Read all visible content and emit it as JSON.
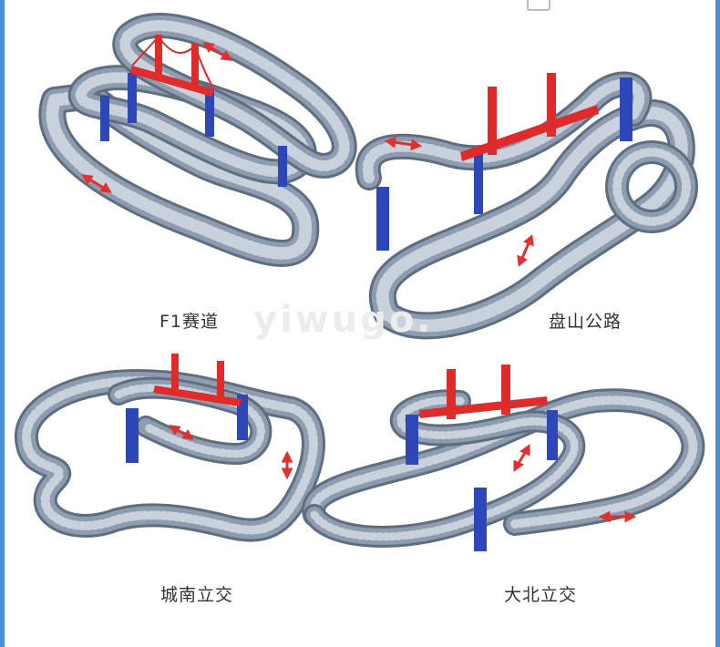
{
  "panels": [
    {
      "caption": "F1赛道"
    },
    {
      "caption": "盘山公路"
    },
    {
      "caption": "城南立交"
    },
    {
      "caption": "大北立交"
    }
  ],
  "watermark": "yiwugo.",
  "colors": {
    "track": "#8d9cae",
    "rail": "#5f6d80",
    "tie": "#c9d2dc",
    "support": "#2d46b8",
    "bridge": "#e02b2b",
    "arrow": "#e03030",
    "frame": "#4a8fd0"
  }
}
